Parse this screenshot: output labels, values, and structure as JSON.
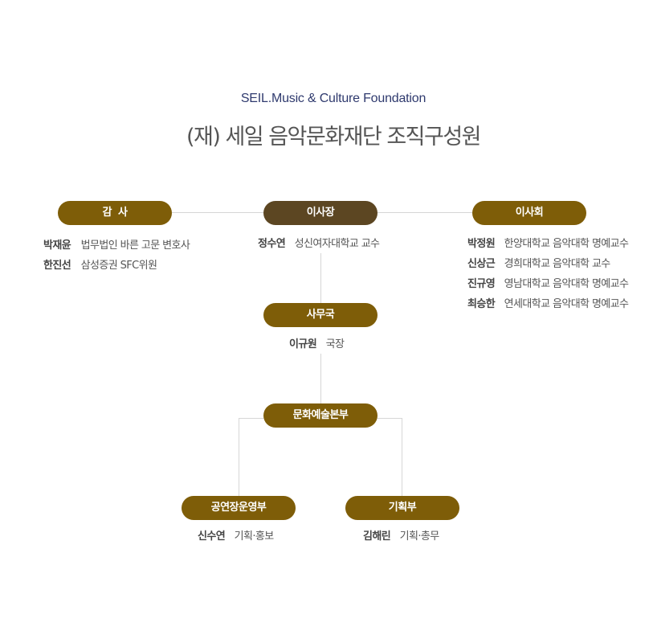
{
  "header": {
    "subtitle": "SEIL.Music & Culture Foundation",
    "title": "(재) 세일 음악문화재단 조직구성원"
  },
  "nodes": {
    "auditor": {
      "label": "감  사",
      "members": [
        {
          "name": "박재윤",
          "role": "법무법인 바른 고문 변호사"
        },
        {
          "name": "한진선",
          "role": "삼성증권 SFC위원"
        }
      ]
    },
    "chairman": {
      "label": "이사장",
      "members": [
        {
          "name": "정수연",
          "role": "성신여자대학교 교수"
        }
      ]
    },
    "board": {
      "label": "이사회",
      "members": [
        {
          "name": "박정원",
          "role": "한양대학교 음악대학 명예교수"
        },
        {
          "name": "신상근",
          "role": "경희대학교 음악대학 교수"
        },
        {
          "name": "진규영",
          "role": "영남대학교 음악대학 명예교수"
        },
        {
          "name": "최승한",
          "role": "연세대학교 음악대학 명예교수"
        }
      ]
    },
    "secretariat": {
      "label": "사무국",
      "members": [
        {
          "name": "이규원",
          "role": "국장"
        }
      ]
    },
    "culture_hq": {
      "label": "문화예술본부"
    },
    "performance": {
      "label": "공연장운영부",
      "members": [
        {
          "name": "신수연",
          "role": "기획·홍보"
        }
      ]
    },
    "planning": {
      "label": "기획부",
      "members": [
        {
          "name": "김해린",
          "role": "기획·총무"
        }
      ]
    }
  },
  "colors": {
    "pill": "#7e5d08",
    "pill_dark": "#5c4622",
    "subtitle": "#2f3a6e",
    "connector": "#d6d6d6"
  }
}
